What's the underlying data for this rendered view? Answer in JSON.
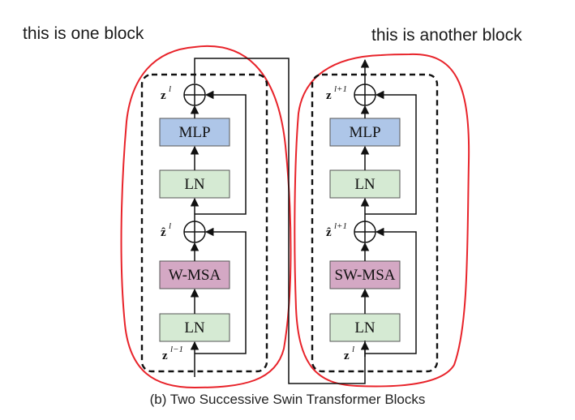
{
  "notes": {
    "left": "this is one block",
    "right": "this is another block"
  },
  "blocks": [
    {
      "mlp": "MLP",
      "ln_top": "LN",
      "msa": "W-MSA",
      "ln_bottom": "LN",
      "out_var": "z",
      "out_sup": "l",
      "mid_var": "ẑ",
      "mid_sup": "l",
      "in_var": "z",
      "in_sup": "l−1"
    },
    {
      "mlp": "MLP",
      "ln_top": "LN",
      "msa": "SW-MSA",
      "ln_bottom": "LN",
      "out_var": "z",
      "out_sup": "l+1",
      "mid_var": "ẑ",
      "mid_sup": "l+1",
      "in_var": "z",
      "in_sup": "l"
    }
  ],
  "caption": "(b) Two Successive Swin Transformer Blocks",
  "colors": {
    "mlp": "#aec6e8",
    "ln": "#d5ead3",
    "msa": "#d4a8c4",
    "annotation": "#e8232a"
  }
}
